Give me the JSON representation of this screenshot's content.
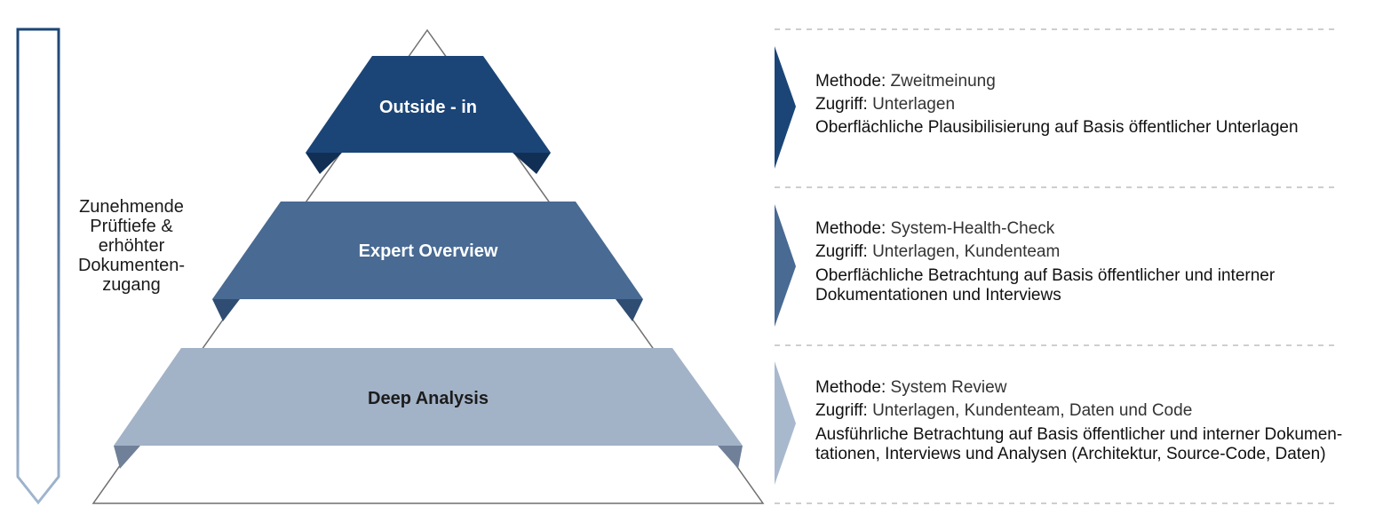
{
  "side_label": [
    "Zunehmende",
    "Prüftiefe &",
    "erhöhter",
    "Dokumenten-",
    "zugang"
  ],
  "colors": {
    "tier1": "#1b4577",
    "tier2": "#486a93",
    "tier3": "#a2b2c7",
    "outline": "#6f6f6f",
    "divider": "#bdbdbd"
  },
  "tiers": [
    {
      "title": "Outside - in",
      "methode_key": "Methode:",
      "methode": "Zweitmeinung",
      "zugriff_key": "Zugriff:",
      "zugriff": "Unterlagen",
      "description": [
        "Oberflächliche Plausibilisierung auf Basis öffentlicher Unterlagen"
      ]
    },
    {
      "title": "Expert Overview",
      "methode_key": "Methode:",
      "methode": "System-Health-Check",
      "zugriff_key": "Zugriff:",
      "zugriff": "Unterlagen, Kundenteam",
      "description": [
        "Oberflächliche Betrachtung auf Basis öffentlicher und interner",
        "Dokumentationen und Interviews"
      ]
    },
    {
      "title": "Deep Analysis",
      "methode_key": "Methode:",
      "methode": "System Review",
      "zugriff_key": "Zugriff:",
      "zugriff": "Unterlagen, Kundenteam, Daten und Code",
      "description": [
        "Ausführliche Betrachtung auf Basis öffentlicher und interner Dokumen-",
        "tationen, Interviews und Analysen (Architektur, Source-Code, Daten)"
      ]
    }
  ]
}
